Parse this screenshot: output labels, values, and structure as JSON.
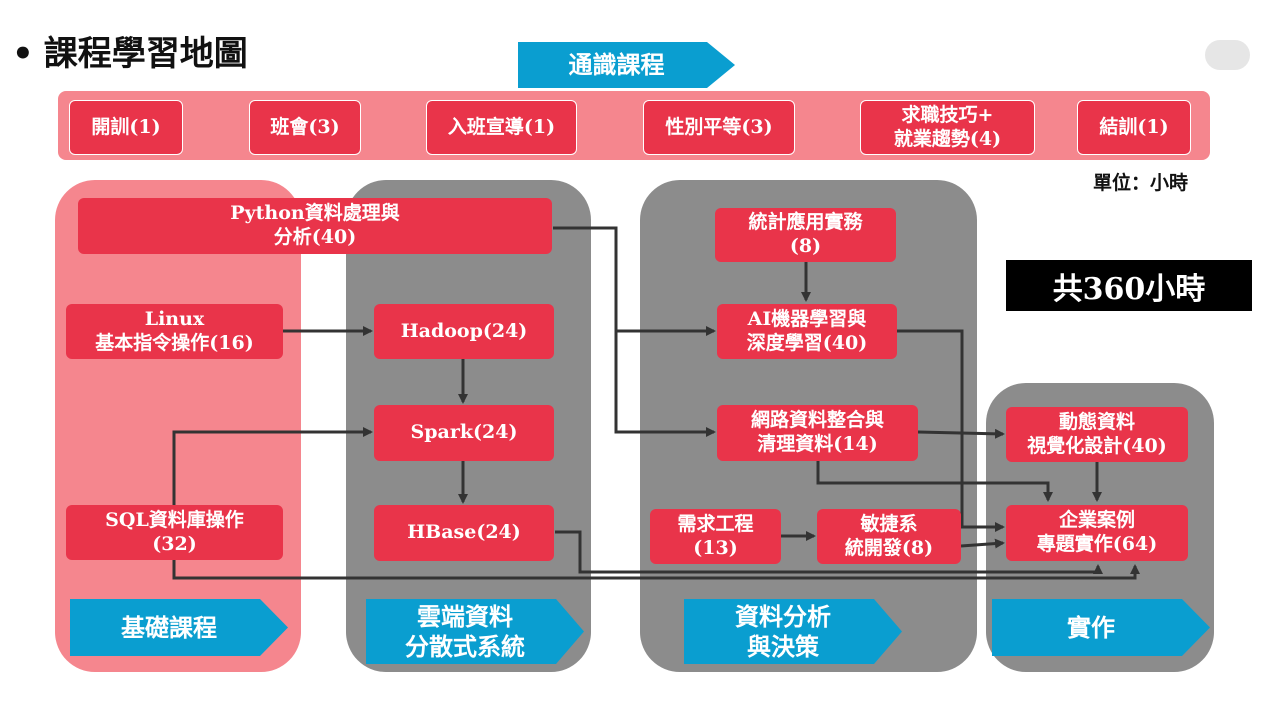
{
  "page": {
    "bullet": "•",
    "title": "課程學習地圖",
    "unit_note": "單位：小時",
    "total": "共360小時"
  },
  "general": {
    "label": "通識課程",
    "items": [
      "開訓(1)",
      "班會(3)",
      "入班宣導(1)",
      "性別平等(3)",
      "求職技巧+\n就業趨勢(4)",
      "結訓(1)"
    ]
  },
  "tracks": {
    "foundation": {
      "label": "基礎課程",
      "courses": {
        "python": "Python資料處理與\n分析(40)",
        "linux": "Linux\n基本指令操作(16)",
        "sql": "SQL資料庫操作\n(32)"
      }
    },
    "cloud": {
      "label": "雲端資料\n分散式系統",
      "courses": {
        "hadoop": "Hadoop(24)",
        "spark": "Spark(24)",
        "hbase": "HBase(24)"
      }
    },
    "analytics": {
      "label": "資料分析\n與決策",
      "courses": {
        "stats": "統計應用實務\n(8)",
        "ai": "AI機器學習與\n深度學習(40)",
        "web": "網路資料整合與\n清理資料(14)",
        "req": "需求工程\n(13)",
        "agile": "敏捷系\n統開發(8)"
      }
    },
    "practice": {
      "label": "實作",
      "courses": {
        "viz": "動態資料\n視覺化設計(40)",
        "project": "企業案例\n專題實作(64)"
      }
    }
  },
  "colors": {
    "course_box": "#e9344a",
    "panel_pink": "#f5868e",
    "panel_gray": "#8c8c8c",
    "label_arrow": "#0a9ed0",
    "connector": "#333333"
  }
}
